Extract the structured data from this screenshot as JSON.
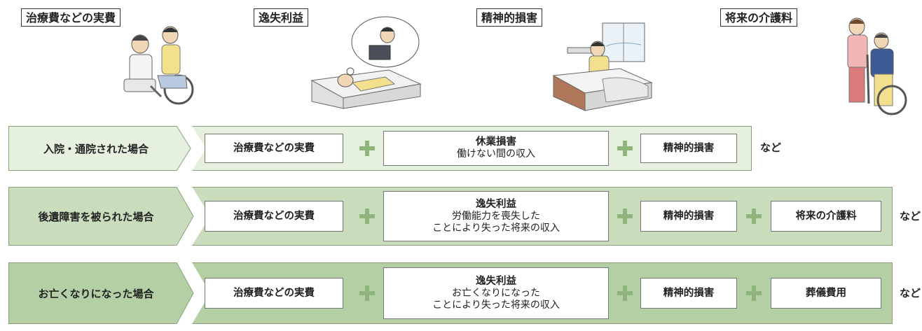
{
  "categories": [
    {
      "label": "治療費などの実費"
    },
    {
      "label": "逸失利益"
    },
    {
      "label": "精神的損害"
    },
    {
      "label": "将来の介護料"
    }
  ],
  "rows": [
    {
      "title": "入院・通院された場合",
      "cost_box": "治療費などの実費",
      "middle_title": "休業損害",
      "middle_line1": "働けない間の収入",
      "middle_line2": "",
      "mental_box": "精神的損害",
      "extra_box": "",
      "suffix": "など"
    },
    {
      "title": "後遺障害を被られた場合",
      "cost_box": "治療費などの実費",
      "middle_title": "逸失利益",
      "middle_line1": "労働能力を喪失した",
      "middle_line2": "ことにより失った将来の収入",
      "mental_box": "精神的損害",
      "extra_box": "将来の介護料",
      "suffix": "など"
    },
    {
      "title": "お亡くなりになった場合",
      "cost_box": "治療費などの実費",
      "middle_title": "逸失利益",
      "middle_line1": "お亡くなりになった",
      "middle_line2": "ことにより失った将来の収入",
      "mental_box": "精神的損害",
      "extra_box": "葬儀費用",
      "suffix": "など"
    }
  ],
  "colors": {
    "row1_bg": "#e6f0df",
    "row2_bg": "#c9ddbd",
    "row3_bg": "#b3cfa3",
    "plus": "#8fb57c",
    "border": "#8aa07a"
  }
}
